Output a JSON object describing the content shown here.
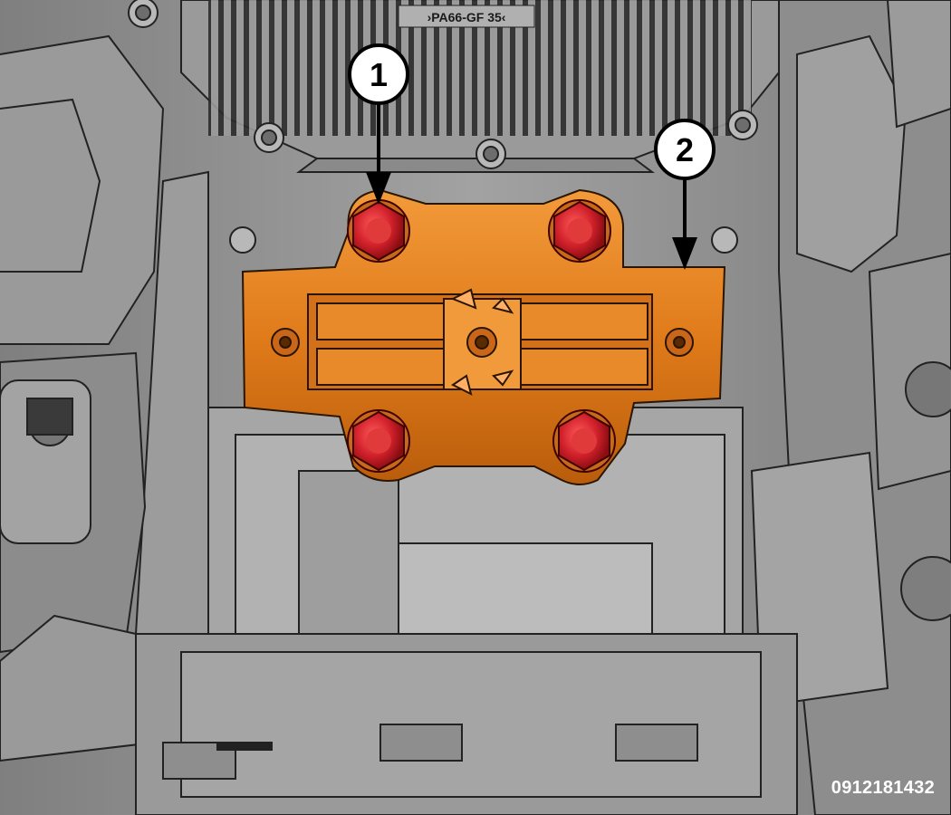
{
  "figure": {
    "id": "0912181432",
    "casting_marking": "›PA66-GF 35‹",
    "callouts": [
      {
        "label": "1",
        "meaning": "bolt"
      },
      {
        "label": "2",
        "meaning": "mount"
      }
    ]
  },
  "colors": {
    "mount": "#e07b1a",
    "bolt": "#d0202a",
    "housing": "#8f8f8f",
    "line": "#222222"
  }
}
